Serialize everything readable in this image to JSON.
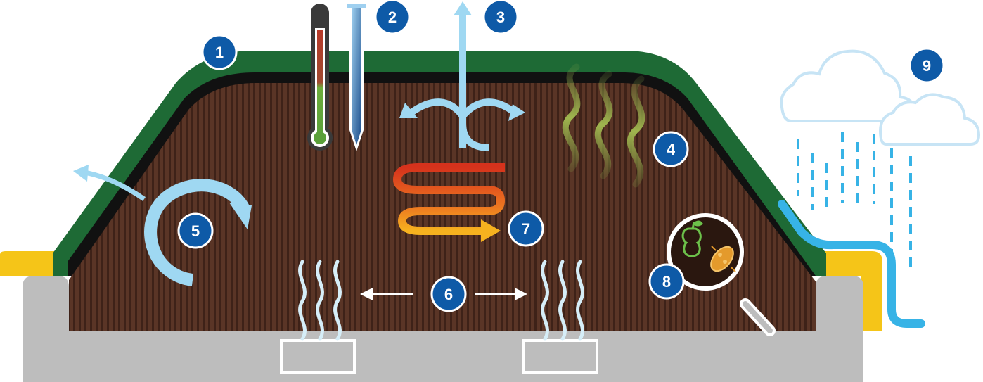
{
  "colors": {
    "cover_green": "#1e6a35",
    "compost_brown": "#5a3526",
    "stripe_dark": "#3e2218",
    "base_grey": "#bdbdbd",
    "wall_yellow": "#f5c518",
    "badge_blue": "#0e5aa7",
    "arrow_light_blue": "#9fd8f2",
    "water_blue": "#37b3e6",
    "heat_red": "#d6321c",
    "heat_orange": "#f4a61d",
    "odor_green": "#8aa64a"
  },
  "markers": [
    {
      "label": "1",
      "icon": "cover-icon"
    },
    {
      "label": "2",
      "icon": "probe-icon"
    },
    {
      "label": "3",
      "icon": "vapor-arrow-icon"
    },
    {
      "label": "4",
      "icon": "odor-icon"
    },
    {
      "label": "5",
      "icon": "air-circulation-icon"
    },
    {
      "label": "6",
      "icon": "aeration-icon"
    },
    {
      "label": "7",
      "icon": "heat-flow-icon"
    },
    {
      "label": "8",
      "icon": "magnifier-icon"
    },
    {
      "label": "9",
      "icon": "rain-cloud-icon"
    }
  ]
}
